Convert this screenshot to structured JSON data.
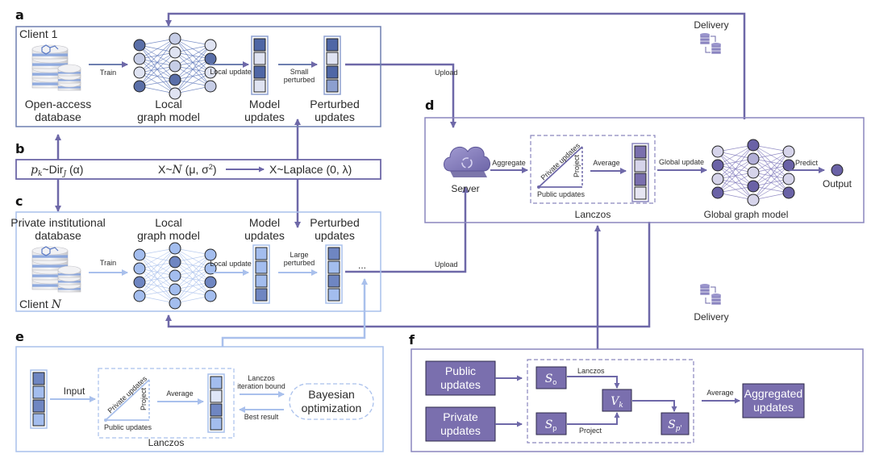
{
  "panels": {
    "a": {
      "label": "a",
      "client": "Client 1",
      "database_line1": "Open-access",
      "database_line2": "database",
      "model_line1": "Local",
      "model_line2": "graph model",
      "updates_line1": "Model",
      "updates_line2": "updates",
      "perturbed_line1": "Perturbed",
      "perturbed_line2": "updates",
      "arrow_train": "Train",
      "arrow_local_update": "Local update",
      "arrow_perturb_line1": "Small",
      "arrow_perturb_line2": "perturbed"
    },
    "b": {
      "label": "b",
      "dirichlet": "p_k~Dir_J (α)",
      "dirichlet_p": "p",
      "dirichlet_sub": "k",
      "dirichlet_mid": "~Dir",
      "dirichlet_sub2": "J",
      "dirichlet_end": " (α)",
      "gaussian_pre": "X~",
      "gaussian_N": "N",
      "gaussian_args": " (μ, σ",
      "gaussian_sup": "2",
      "gaussian_close": ")",
      "laplace": "X~Laplace (0, λ)"
    },
    "c": {
      "label": "c",
      "client_pre": "Client ",
      "client_N": "N",
      "database_line1": "Private institutional",
      "database_line2": "database",
      "model_line1": "Local",
      "model_line2": "graph model",
      "updates_line1": "Model",
      "updates_line2": "updates",
      "perturbed_line1": "Perturbed",
      "perturbed_line2": "updates",
      "arrow_train": "Train",
      "arrow_local_update": "Local update",
      "arrow_perturb_line1": "Large",
      "arrow_perturb_line2": "perturbed",
      "ellipsis": "..."
    },
    "d": {
      "label": "d",
      "server": "Server",
      "arrow_aggregate": "Aggregate",
      "lanczos_private": "Private updates",
      "lanczos_project": "Project",
      "lanczos_public": "Public updates",
      "arrow_average": "Average",
      "lanczos_title": "Lanczos",
      "arrow_global_update": "Global update",
      "global_model": "Global graph model",
      "arrow_predict": "Predict",
      "output": "Output"
    },
    "e": {
      "label": "e",
      "arrow_input": "Input",
      "lanczos_private": "Private updates",
      "lanczos_project": "Project",
      "lanczos_public": "Public updates",
      "arrow_average": "Average",
      "lanczos_title": "Lanczos",
      "arrow_bound_line1": "Lanczos",
      "arrow_bound_line2": "iteration bound",
      "arrow_best": "Best result",
      "bayes_line1": "Bayesian",
      "bayes_line2": "optimization"
    },
    "f": {
      "label": "f",
      "public_line1": "Public",
      "public_line2": "updates",
      "private_line1": "Private",
      "private_line2": "updates",
      "s_o": "S",
      "s_o_sub": "o",
      "s_p": "S",
      "s_p_sub": "p",
      "v_k": "V",
      "v_k_sub": "k",
      "s_p_prime": "S",
      "s_p_prime_sub": "p'",
      "arrow_lanczos": "Lanczos",
      "arrow_project": "Project",
      "arrow_average": "Average",
      "aggregated_line1": "Aggregated",
      "aggregated_line2": "updates"
    }
  },
  "flow": {
    "upload_top": "Upload",
    "upload_bottom": "Upload",
    "delivery_top": "Delivery",
    "delivery_bottom": "Delivery"
  },
  "icons": {
    "database": "database-icon",
    "neural_network": "neural-network-icon",
    "cloud_server": "cloud-server-icon",
    "delivery": "database-sync-icon"
  },
  "colors": {
    "dark_purple": "#6e68a8",
    "purple_box": "#7a6fae",
    "light_blue": "#a9c0ec",
    "node_dark": "#5a6fa8",
    "node_light": "#dfe3f2",
    "server_node_dark": "#6a62a6",
    "server_node_light": "#d6d4ea"
  }
}
